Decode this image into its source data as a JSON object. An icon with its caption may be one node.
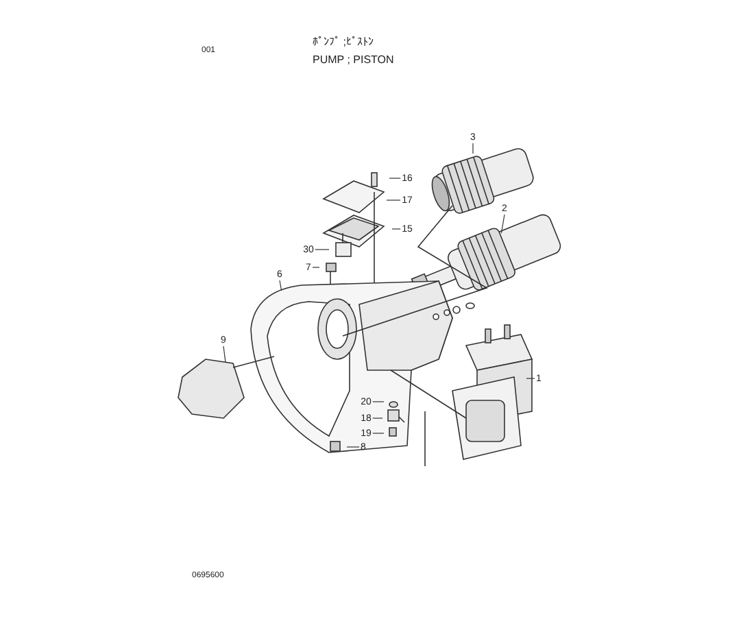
{
  "diagram": {
    "title": "PUMP ; PISTON",
    "nodes": [
      {
        "text": [
          "3"
        ]
      },
      {
        "text": [
          "16"
        ]
      },
      {
        "text": [
          "17"
        ]
      },
      {
        "text": [
          "2"
        ]
      },
      {
        "text": [
          "15"
        ]
      },
      {
        "text": [
          "30"
        ]
      },
      {
        "text": [
          "7"
        ]
      },
      {
        "text": [
          "6"
        ]
      },
      {
        "text": [
          "9"
        ]
      },
      {
        "text": [
          "1"
        ]
      },
      {
        "text": [
          "20"
        ]
      },
      {
        "text": [
          "18"
        ]
      },
      {
        "text": [
          "19"
        ]
      },
      {
        "text": [
          "8"
        ]
      }
    ],
    "edges": [
      {
        "from": 0,
        "to": null,
        "arrow": "none"
      },
      {
        "from": 1,
        "to": null,
        "arrow": "none"
      },
      {
        "from": 2,
        "to": null,
        "arrow": "none"
      },
      {
        "from": 3,
        "to": null,
        "arrow": "none"
      },
      {
        "from": 4,
        "to": null,
        "arrow": "none"
      },
      {
        "from": 5,
        "to": null,
        "arrow": "none"
      },
      {
        "from": 6,
        "to": null,
        "arrow": "none"
      },
      {
        "from": 7,
        "to": null,
        "arrow": "none"
      },
      {
        "from": 8,
        "to": null,
        "arrow": "none"
      },
      {
        "from": 9,
        "to": null,
        "arrow": "none"
      },
      {
        "from": 10,
        "to": null,
        "arrow": "none"
      },
      {
        "from": 11,
        "to": null,
        "arrow": "none"
      },
      {
        "from": 12,
        "to": null,
        "arrow": "none"
      },
      {
        "from": 13,
        "to": null,
        "arrow": "none"
      }
    ],
    "labels": [
      "001",
      "ﾎﾟﾝﾌﾟ ;ﾋﾟｽﾄﾝ",
      "0695600"
    ]
  }
}
